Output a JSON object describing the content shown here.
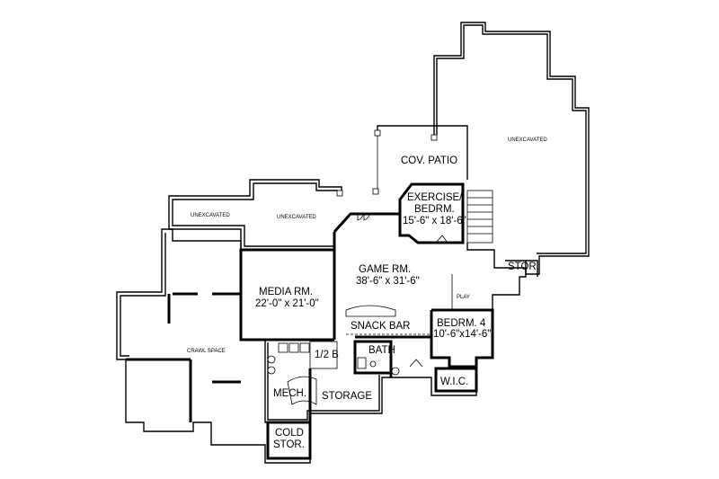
{
  "rooms": {
    "cov_patio": "COV. PATIO",
    "exercise_line1": "EXERCISE/",
    "exercise_line2": "BEDRM.",
    "exercise_dim": "15'-6\" x 18'-6\"",
    "unexcavated_right": "UNEXCAVATED",
    "unexcavated_left_a": "UNEXCAVATED",
    "unexcavated_left_b": "UNEXCAVATED",
    "game_rm": "GAME RM.",
    "game_dim": "38'-6\" x 31'-6\"",
    "media_rm": "MEDIA RM.",
    "media_dim": "22'-0\" x 21'-0\"",
    "stor": "STOR.",
    "play": "PLAY",
    "snack_bar": "SNACK BAR",
    "bedrm4": "BEDRM. 4",
    "bedrm4_dim": "10'-6\"x14'-6\"",
    "crawl_space": "CRAWL SPACE",
    "half_bath": "1/2 B",
    "bath": "BATH",
    "mech": "MECH.",
    "storage": "STORAGE",
    "wic": "W.I.C.",
    "cold_stor_line1": "COLD",
    "cold_stor_line2": "STOR."
  }
}
